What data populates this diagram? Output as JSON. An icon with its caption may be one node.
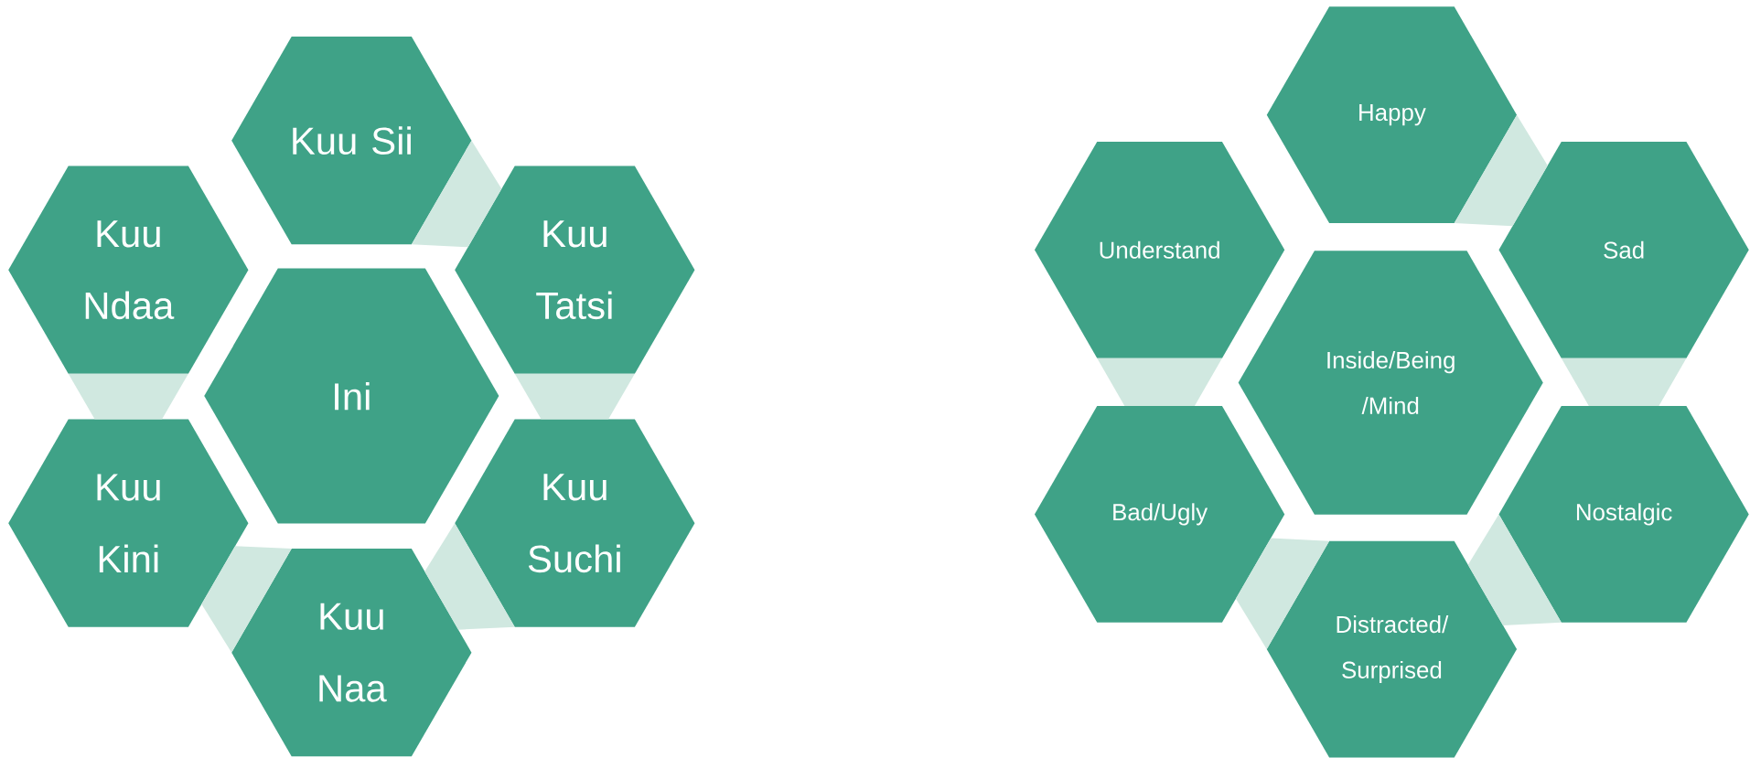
{
  "diagram": {
    "nodes": [
      {
        "text": [
          "Kuu Sii"
        ]
      },
      {
        "text": [
          "Kuu Ndaa"
        ]
      },
      {
        "text": [
          "Kuu Tatsi"
        ]
      },
      {
        "text": [
          "Ini"
        ]
      },
      {
        "text": [
          "Kuu Kini"
        ]
      },
      {
        "text": [
          "Kuu Suchi"
        ]
      },
      {
        "text": [
          "Kuu Naa"
        ]
      },
      {
        "text": [
          "Happy"
        ]
      },
      {
        "text": [
          "Understand"
        ]
      },
      {
        "text": [
          "Sad"
        ]
      },
      {
        "text": [
          "Inside/Being /Mind"
        ]
      },
      {
        "text": [
          "Bad/Ugly"
        ]
      },
      {
        "text": [
          "Nostalgic"
        ]
      },
      {
        "text": [
          "Distracted/ Surprised"
        ]
      }
    ],
    "edges": [
      {
        "from": 0,
        "to": 2,
        "arrow": "none"
      },
      {
        "from": 2,
        "to": 5,
        "arrow": "none"
      },
      {
        "from": 5,
        "to": 6,
        "arrow": "none"
      },
      {
        "from": 6,
        "to": 4,
        "arrow": "none"
      },
      {
        "from": 1,
        "to": 4,
        "arrow": "none"
      },
      {
        "from": 7,
        "to": 9,
        "arrow": "none"
      },
      {
        "from": 9,
        "to": 12,
        "arrow": "none"
      },
      {
        "from": 12,
        "to": 13,
        "arrow": "none"
      },
      {
        "from": 13,
        "to": 11,
        "arrow": "none"
      },
      {
        "from": 8,
        "to": 11,
        "arrow": "none"
      }
    ]
  }
}
